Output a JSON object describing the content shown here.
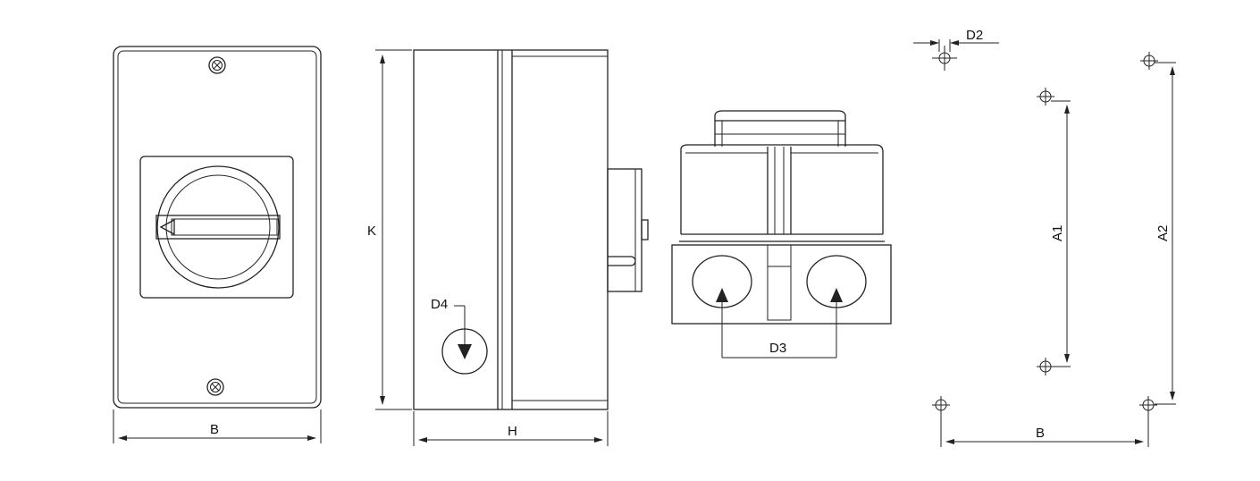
{
  "labels": {
    "front_width": "B",
    "side_height": "K",
    "side_depth": "H",
    "side_entry": "D4",
    "bottom_entries": "D3",
    "mount_hole": "D2",
    "mount_inner_height": "A1",
    "mount_outer_height": "A2",
    "mount_width": "B"
  },
  "colors": {
    "line": "#222222",
    "fill_gray": "#e2e2e2",
    "fill_light": "#f0f0f0",
    "background": "#ffffff"
  }
}
